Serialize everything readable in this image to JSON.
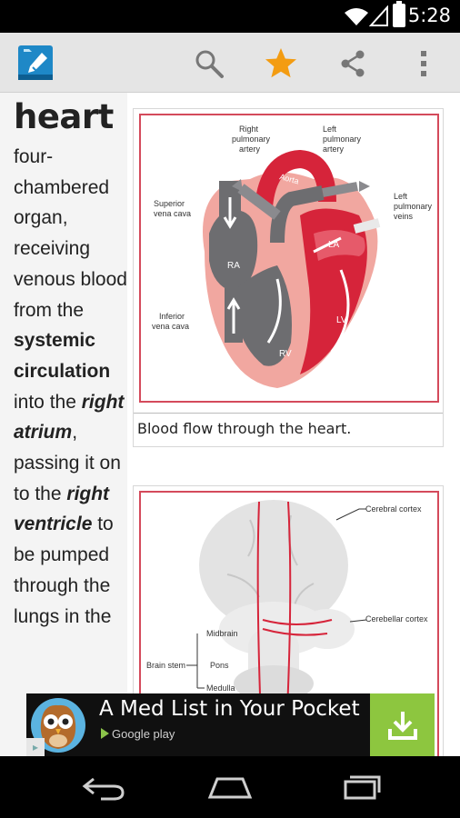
{
  "status_bar": {
    "time": "5:28"
  },
  "action_bar": {
    "icons": [
      "app-dictionary-icon",
      "search-icon",
      "star-icon",
      "share-icon",
      "overflow-menu-icon"
    ],
    "accent_color": "#f39c12"
  },
  "entry": {
    "term": "heart",
    "definition": [
      {
        "text": "four-chambered organ, receiving venous blood from the ",
        "style": "normal"
      },
      {
        "text": "systemic circulation",
        "style": "bold"
      },
      {
        "text": " into the ",
        "style": "normal"
      },
      {
        "text": "right atrium",
        "style": "bolditalic"
      },
      {
        "text": ", passing it on to the ",
        "style": "normal"
      },
      {
        "text": "right ventricle",
        "style": "bolditalic"
      },
      {
        "text": " to be pumped through the lungs in the",
        "style": "normal"
      }
    ]
  },
  "figures": [
    {
      "caption": "Blood flow through the heart.",
      "labels": {
        "right_pulmonary_artery": [
          "Right",
          "pulmonary",
          "artery"
        ],
        "left_pulmonary_artery": [
          "Left",
          "pulmonary",
          "artery"
        ],
        "aorta": "Aorta",
        "superior_vena_cava": [
          "Superior",
          "vena cava"
        ],
        "left_pulmonary_veins": [
          "Left",
          "pulmonary",
          "veins"
        ],
        "ra": "RA",
        "la": "LA",
        "lv": "LV",
        "rv": "RV",
        "inferior_vena_cava": [
          "Inferior",
          "vena cava"
        ]
      }
    },
    {
      "labels": {
        "cerebral_cortex": "Cerebral cortex",
        "cerebellar_cortex": "Cerebellar cortex",
        "midbrain": "Midbrain",
        "brain_stem": "Brain stem",
        "pons": "Pons",
        "medulla": "Medulla"
      }
    }
  ],
  "ad": {
    "title": "A Med List in Your Pocket",
    "store": "Google play",
    "icons": [
      "owl-icon",
      "download-icon",
      "ad-info-icon"
    ]
  },
  "nav_bar": {
    "icons": [
      "back-icon",
      "home-icon",
      "recents-icon"
    ]
  }
}
